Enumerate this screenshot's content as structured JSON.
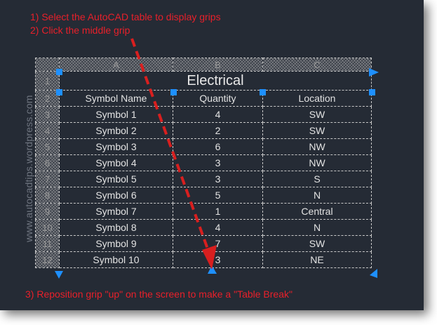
{
  "instructions": {
    "step1": "1) Select the AutoCAD table to display grips",
    "step2": "2) Click the middle grip",
    "step3": "3) Reposition grip \"up\" on the screen to make a \"Table Break\""
  },
  "watermark": "www.autocadtips.wordpress.com",
  "table": {
    "column_letters": [
      "A",
      "B",
      "C"
    ],
    "title": "Electrical",
    "headers": [
      "Symbol Name",
      "Quantity",
      "Location"
    ],
    "row_numbers": [
      "1",
      "2",
      "3",
      "4",
      "5",
      "6",
      "7",
      "8",
      "9",
      "10",
      "11",
      "12"
    ],
    "rows": [
      [
        "Symbol 1",
        "4",
        "SW"
      ],
      [
        "Symbol 2",
        "2",
        "SW"
      ],
      [
        "Symbol 3",
        "6",
        "NW"
      ],
      [
        "Symbol 4",
        "3",
        "NW"
      ],
      [
        "Symbol 5",
        "3",
        "S"
      ],
      [
        "Symbol 6",
        "5",
        "N"
      ],
      [
        "Symbol 7",
        "1",
        "Central"
      ],
      [
        "Symbol 8",
        "4",
        "N"
      ],
      [
        "Symbol 9",
        "7",
        "SW"
      ],
      [
        "Symbol 10",
        "3",
        "NE"
      ]
    ]
  },
  "colors": {
    "background": "#252b35",
    "instruction_text": "#e8202a",
    "grip": "#1e90ff",
    "arrow": "#d81f1f"
  }
}
